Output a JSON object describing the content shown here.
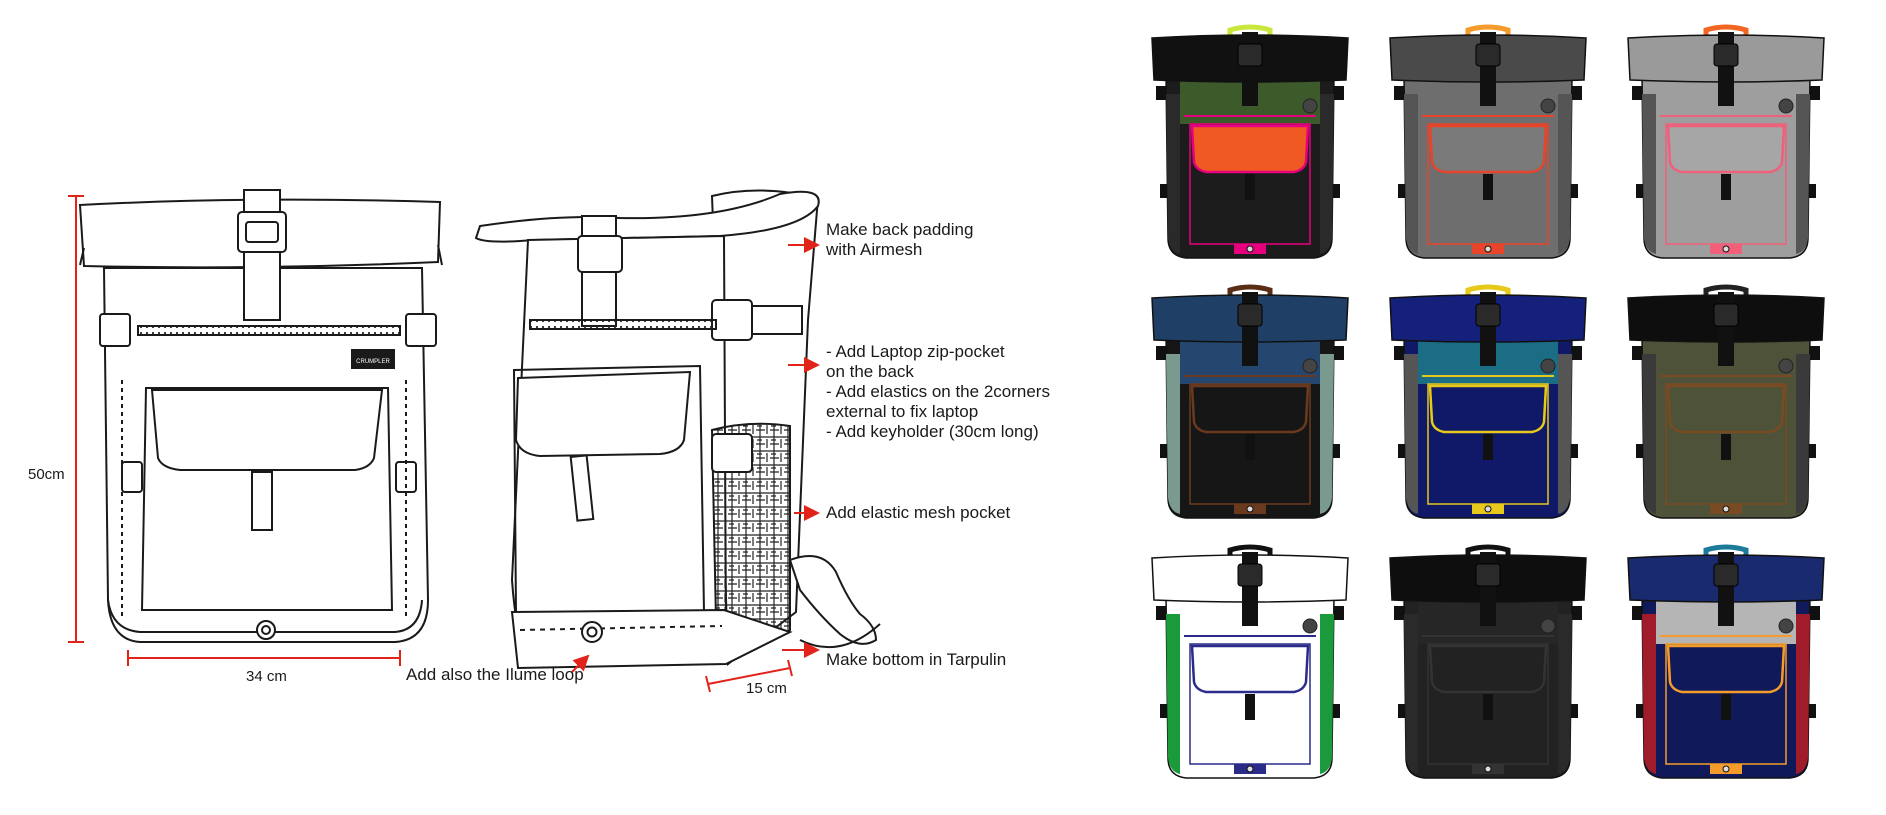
{
  "dimensions": {
    "height": "50cm",
    "width": "34 cm",
    "depth": "15 cm"
  },
  "front_logo": "CRUMPLER",
  "annotations": {
    "back_padding": [
      "Make back padding",
      "with Airmesh"
    ],
    "laptop": [
      "- Add Laptop zip-pocket",
      "on the back",
      "- Add elastics on the 2corners",
      "external to fix laptop",
      "- Add keyholder (30cm long)"
    ],
    "mesh": [
      "Add elastic mesh pocket"
    ],
    "bottom": [
      "Make bottom in Tarpulin"
    ],
    "illume": [
      "Add also the Ilume loop"
    ]
  },
  "colors": {
    "annotation_red": "#e2231a",
    "outline": "#1a1a1a"
  },
  "colorways": [
    {
      "top": "#111111",
      "body": "#1c1c1c",
      "upper": "#3d5a2a",
      "flap": "#f05a22",
      "trim": "#e6007e",
      "handle": "#c8e63c",
      "side": "#2a2a2a"
    },
    {
      "top": "#4a4a4a",
      "body": "#6e6e6e",
      "upper": "#6e6e6e",
      "flap": "#7a7a7a",
      "trim": "#e8442a",
      "handle": "#f39c2b",
      "side": "#555555"
    },
    {
      "top": "#9a9a9a",
      "body": "#9e9e9e",
      "upper": "#9e9e9e",
      "flap": "#a6a6a6",
      "trim": "#f0607a",
      "handle": "#f26522",
      "side": "#555555"
    },
    {
      "top": "#1f3f66",
      "body": "#161616",
      "upper": "#25466e",
      "flap": "#161616",
      "trim": "#6b3a1e",
      "handle": "#5a2e14",
      "side": "#7a9a90"
    },
    {
      "top": "#14207a",
      "body": "#101868",
      "upper": "#1b6d86",
      "flap": "#101868",
      "trim": "#e6c91a",
      "handle": "#e6c91a",
      "side": "#555555"
    },
    {
      "top": "#0e0e0e",
      "body": "#4d5238",
      "upper": "#4d5238",
      "flap": "#4d5238",
      "trim": "#7a4a22",
      "handle": "#222222",
      "side": "#3a3a3a"
    },
    {
      "top": "#ffffff",
      "body": "#ffffff",
      "upper": "#ffffff",
      "flap": "#ffffff",
      "trim": "#2b2b8a",
      "handle": "#111111",
      "side": "#1a9a3a"
    },
    {
      "top": "#0e0e0e",
      "body": "#222222",
      "upper": "#262626",
      "flap": "#222222",
      "trim": "#333333",
      "handle": "#111111",
      "side": "#2a2a2a"
    },
    {
      "top": "#1a2a6e",
      "body": "#101a5a",
      "upper": "#b5b5b5",
      "flap": "#101a5a",
      "trim": "#f39c2b",
      "handle": "#1d7a9a",
      "side": "#a01c2a"
    }
  ]
}
